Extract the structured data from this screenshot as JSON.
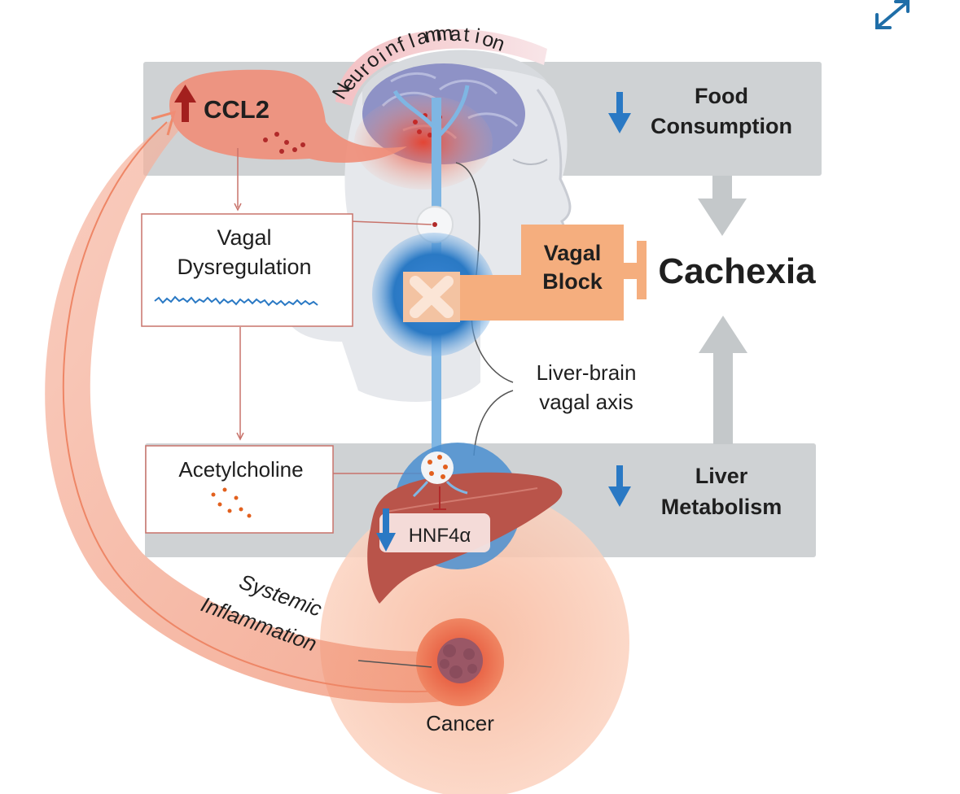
{
  "colors": {
    "band": "#cfd2d4",
    "salmon": "#f4a98a",
    "salmon_dark": "#ef7f5b",
    "red": "#b12a2a",
    "blue": "#2a79c4",
    "orange_block": "#f5ae7e",
    "liver": "#b9544a",
    "gray_arrow": "#c4c8ca"
  },
  "icons": {
    "expand": "expand-icon",
    "up_arrow": "up-arrow-icon",
    "down_arrow": "down-arrow-icon"
  },
  "labels": {
    "neuroinflammation": "Neuroinflammation",
    "ccl2": "CCL2",
    "food_consumption_line1": "Food",
    "food_consumption_line2": "Consumption",
    "vagal_dysregulation_line1": "Vagal",
    "vagal_dysregulation_line2": "Dysregulation",
    "vagal_block_line1": "Vagal",
    "vagal_block_line2": "Block",
    "cachexia": "Cachexia",
    "liver_brain_line1": "Liver-brain",
    "liver_brain_line2": "vagal axis",
    "acetylcholine": "Acetylcholine",
    "hnf4a": "HNF4α",
    "liver_metabolism_line1": "Liver",
    "liver_metabolism_line2": "Metabolism",
    "systemic": "Systemic",
    "inflammation": "Inflammation",
    "cancer": "Cancer"
  }
}
